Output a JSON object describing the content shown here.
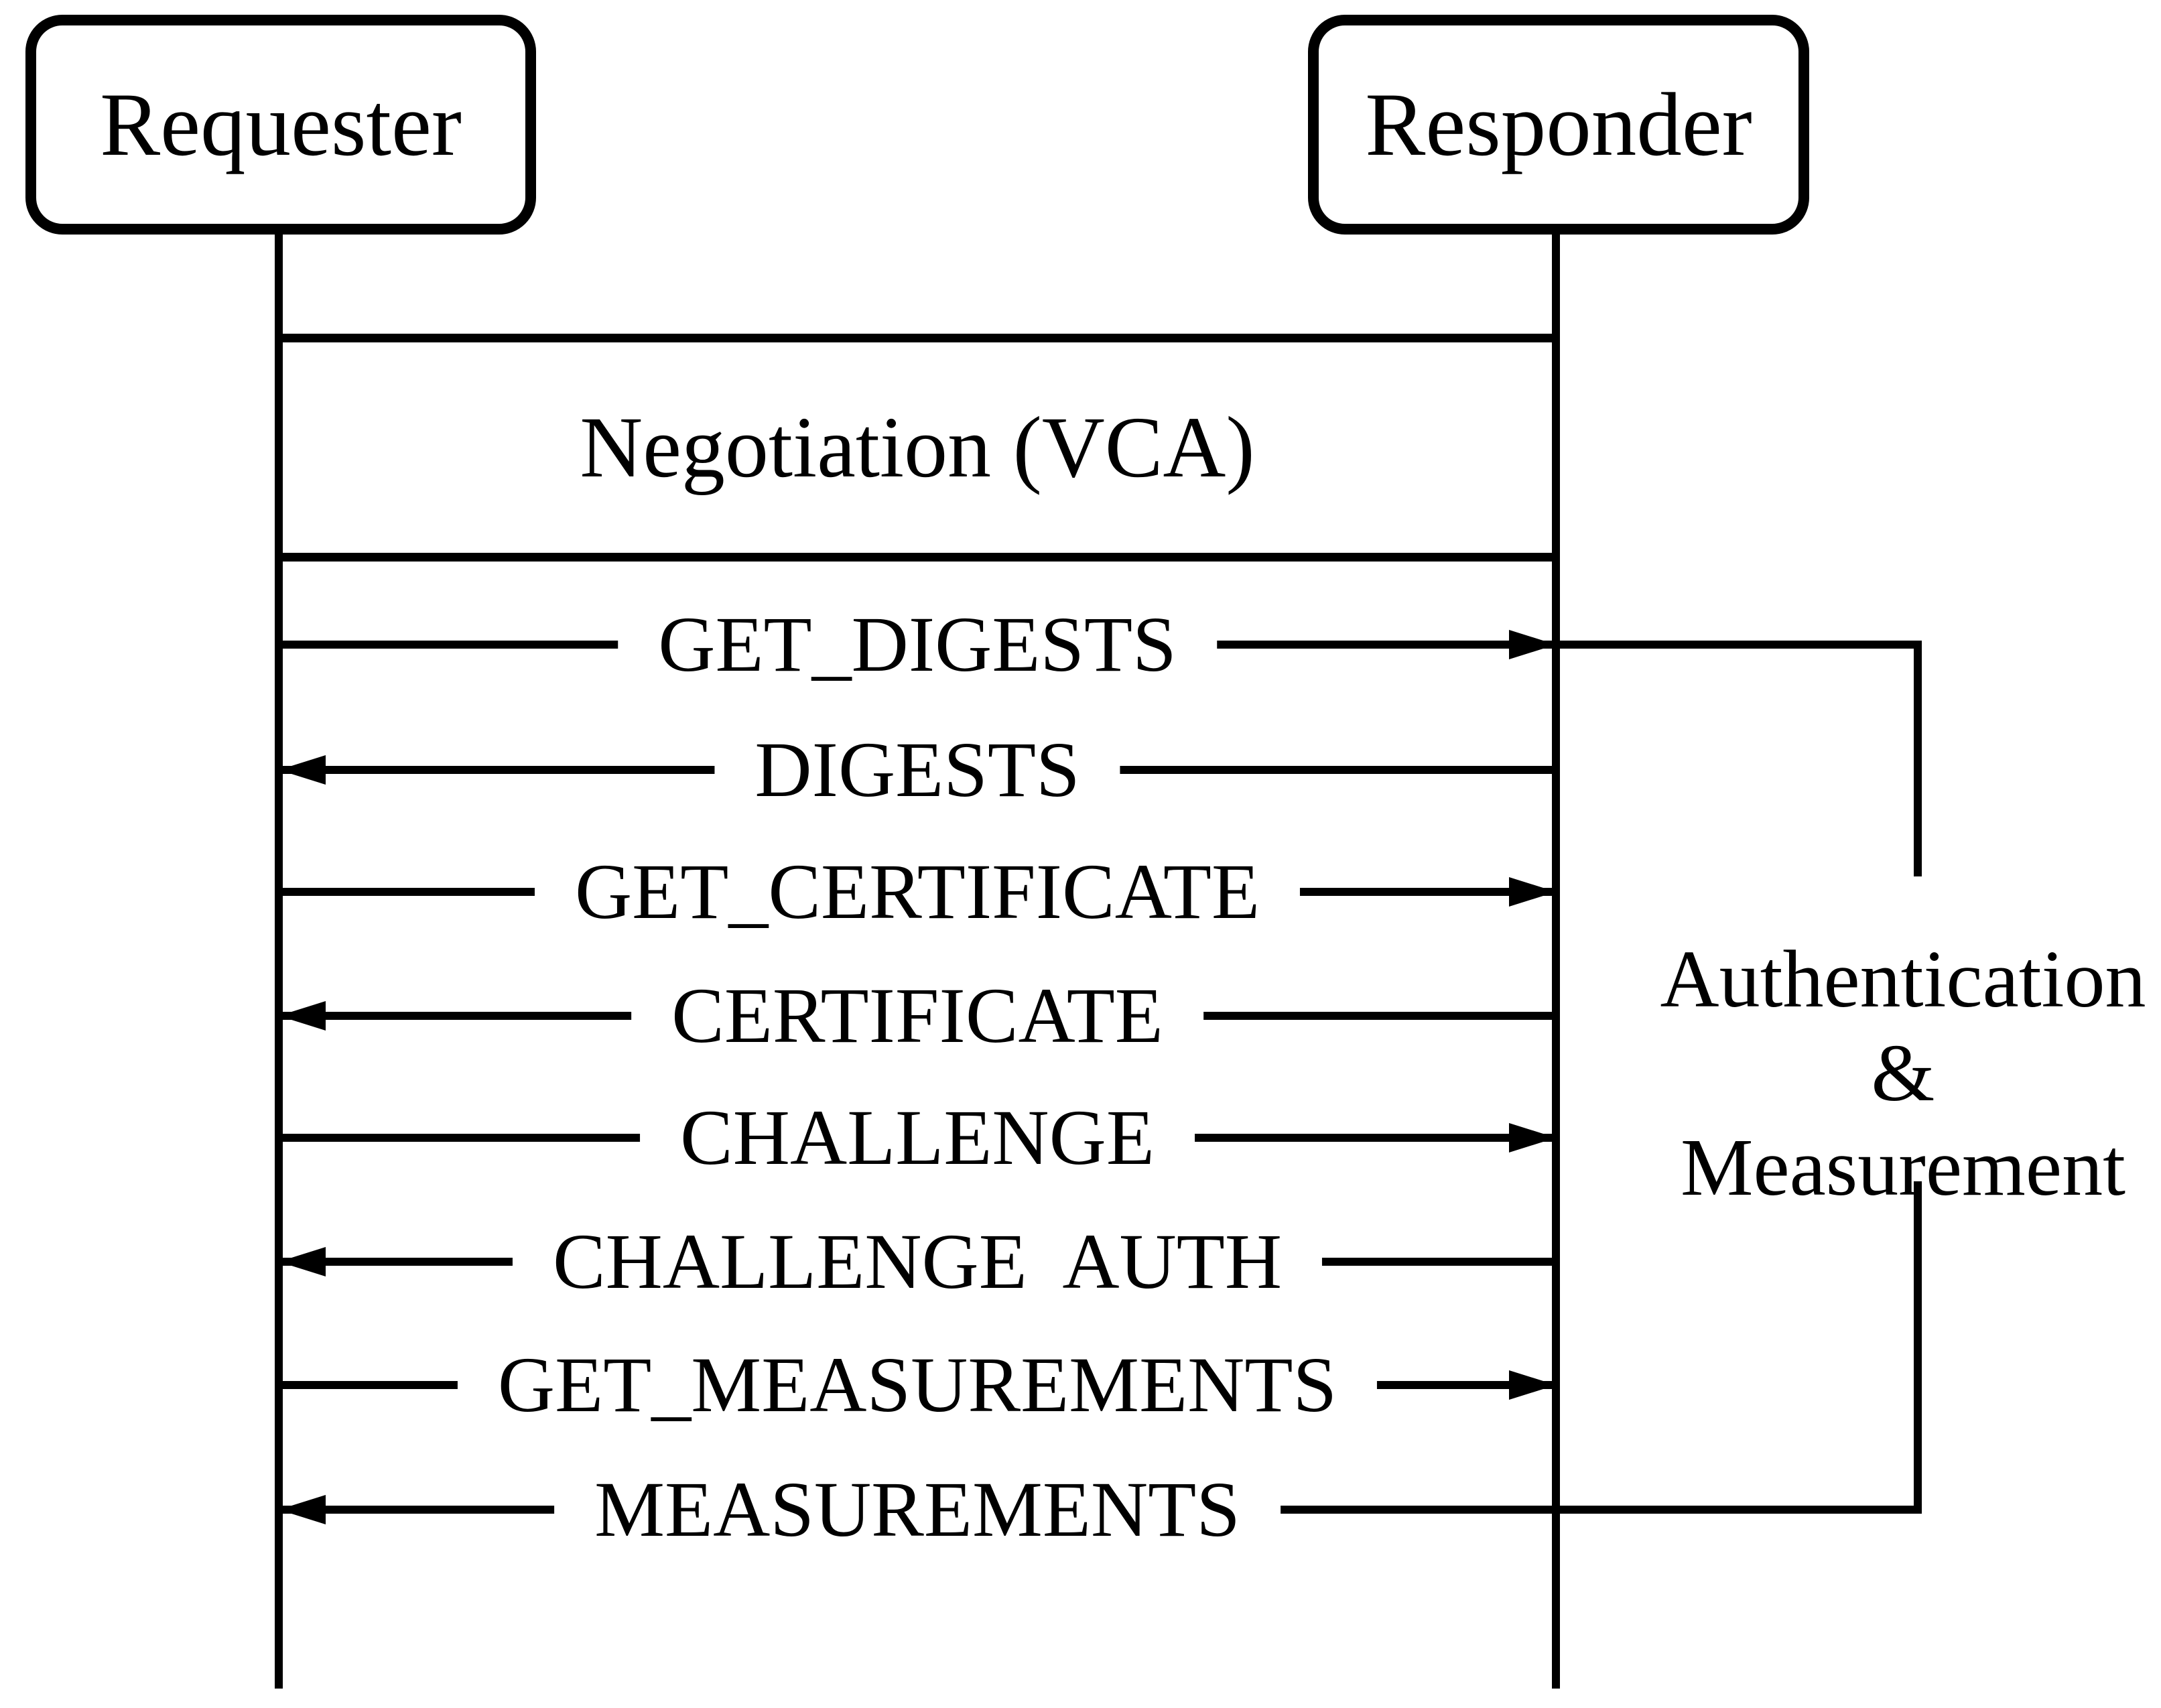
{
  "figure": {
    "actors": {
      "left": "Requester",
      "right": "Responder"
    },
    "phase_box": {
      "label": "Negotiation (VCA)"
    },
    "messages": [
      {
        "label": "GET_DIGESTS",
        "direction": "right"
      },
      {
        "label": "DIGESTS",
        "direction": "left"
      },
      {
        "label": "GET_CERTIFICATE",
        "direction": "right"
      },
      {
        "label": "CERTIFICATE",
        "direction": "left"
      },
      {
        "label": "CHALLENGE",
        "direction": "right"
      },
      {
        "label": "CHALLENGE  AUTH",
        "direction": "left"
      },
      {
        "label": "GET_MEASUREMENTS",
        "direction": "right"
      },
      {
        "label": "MEASUREMENTS",
        "direction": "left"
      }
    ],
    "bracket": {
      "line1": "Authentication",
      "line2": "& Measurement"
    },
    "colors": {
      "foreground": "#000000",
      "background": "#ffffff"
    }
  }
}
